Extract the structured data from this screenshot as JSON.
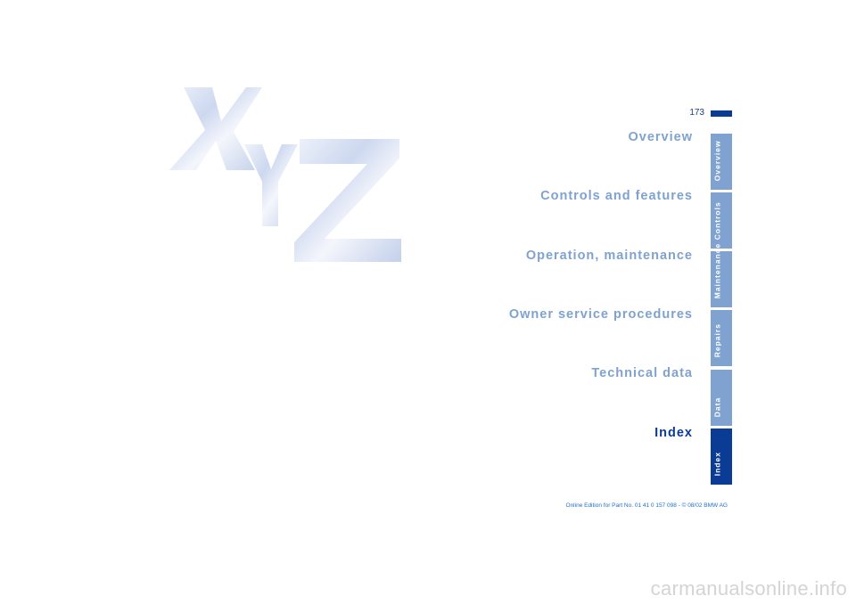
{
  "page": {
    "number": "173"
  },
  "graphic": {
    "letters": [
      "X",
      "Y",
      "Z"
    ]
  },
  "sections": [
    {
      "label": "Overview",
      "active": false
    },
    {
      "label": "Controls and features",
      "active": false
    },
    {
      "label": "Operation, maintenance",
      "active": false
    },
    {
      "label": "Owner service procedures",
      "active": false
    },
    {
      "label": "Technical data",
      "active": false
    },
    {
      "label": "Index",
      "active": true
    }
  ],
  "tabs": [
    {
      "label": "Overview",
      "active": false
    },
    {
      "label": "Controls",
      "active": false
    },
    {
      "label": "Maintenance",
      "active": false
    },
    {
      "label": "Repairs",
      "active": false
    },
    {
      "label": "Data",
      "active": false
    },
    {
      "label": "Index",
      "active": true
    }
  ],
  "footer": "Online Edition for Part No. 01 41 0 157 098 - © 08/02 BMW AG",
  "watermark": "carmanualsonline.info",
  "colors": {
    "accent": "#0a3c96",
    "muted": "#7fa2d0",
    "footer": "#1e6fd0"
  }
}
